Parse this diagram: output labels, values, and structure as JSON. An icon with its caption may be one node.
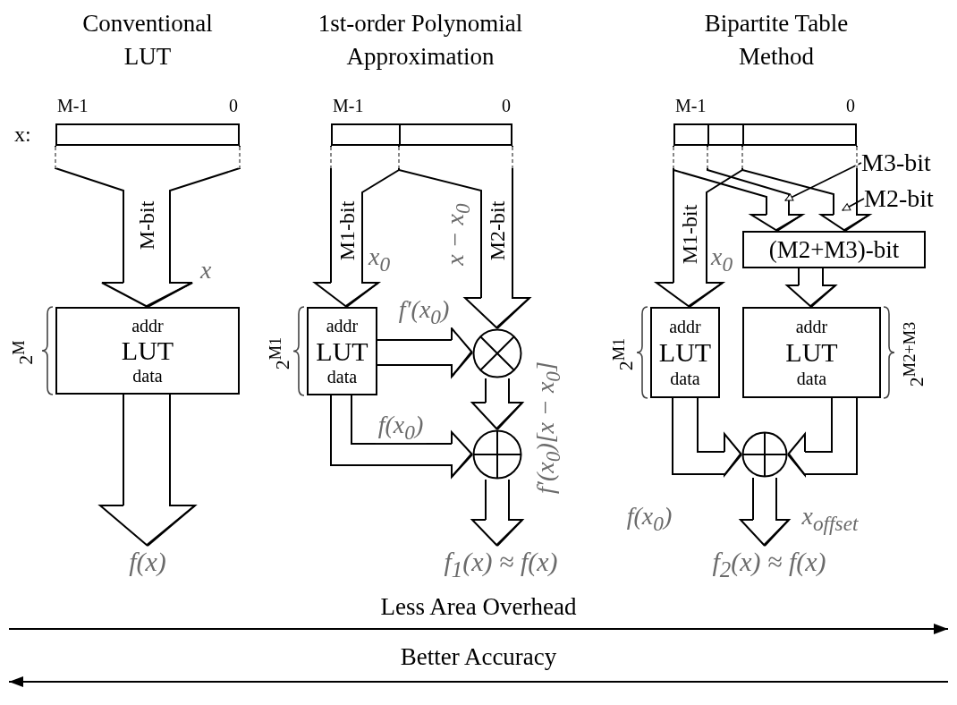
{
  "diagram": {
    "nodes": [
      {
        "text": [],
        "shape": "box",
        "beside": [
          "M-1",
          "0"
        ]
      },
      {
        "text": [
          "addr",
          "LUT",
          "data"
        ],
        "beside": [
          "2$^{M}$"
        ]
      },
      {
        "text": [
          "f(x)"
        ]
      },
      {
        "text": [],
        "shape": "box",
        "beside": [
          "M-1",
          "0"
        ]
      },
      {
        "text": [
          "addr",
          "LUT",
          "data"
        ],
        "beside": [
          "2$^{M1}$"
        ]
      },
      {
        "text": [],
        "shape": "circle"
      },
      {
        "text": [],
        "shape": "circle"
      },
      {
        "text": [
          "f$_{1}$(x) ≈ f(x)"
        ]
      },
      {
        "text": [],
        "shape": "box",
        "beside": [
          "M-1",
          "0"
        ]
      },
      {
        "text": [
          "(M2+M3)-bit"
        ]
      },
      {
        "text": [
          "addr",
          "LUT",
          "data"
        ],
        "beside": [
          "2$^{M1}$"
        ]
      },
      {
        "text": [
          "addr",
          "LUT",
          "data"
        ],
        "beside": [
          "2$^{M2+M3}$"
        ]
      },
      {
        "text": [],
        "shape": "circle"
      },
      {
        "text": [
          "f$_{2}$(x) ≈ f(x)"
        ]
      },
      {
        "text": [
          "M3-bit"
        ]
      },
      {
        "text": [
          "M2-bit"
        ]
      }
    ],
    "edges": [
      {
        "from": 0,
        "to": 1,
        "arrow": "to",
        "label": "M-bit"
      },
      {
        "from": 1,
        "to": 2,
        "arrow": "to"
      },
      {
        "from": 3,
        "to": 4,
        "arrow": "to",
        "label": "M1-bit"
      },
      {
        "from": 3,
        "to": 5,
        "arrow": "to",
        "label": "M2-bit"
      },
      {
        "from": 4,
        "to": 5,
        "arrow": "to",
        "label": "f′(x$_{0}$)"
      },
      {
        "from": 5,
        "to": 6,
        "arrow": "to"
      },
      {
        "from": 4,
        "to": 6,
        "arrow": "to",
        "label": "f(x$_{0}$)"
      },
      {
        "from": 6,
        "to": 7,
        "arrow": "to"
      },
      {
        "from": 8,
        "to": 10,
        "arrow": "to",
        "label": "M1-bit"
      },
      {
        "from": 8,
        "to": 9,
        "arrow": "to"
      },
      {
        "from": 8,
        "to": 9,
        "arrow": "to"
      },
      {
        "from": 9,
        "to": 11,
        "arrow": "to"
      },
      {
        "from": 10,
        "to": 12,
        "arrow": "to",
        "label": "f(x$_{0}$)"
      },
      {
        "from": 11,
        "to": 12,
        "arrow": "to",
        "label": "x$_{offset}$"
      },
      {
        "from": 12,
        "to": 13,
        "arrow": "to"
      },
      {
        "from": 14,
        "to": null,
        "arrow": "to"
      },
      {
        "from": 15,
        "to": null,
        "arrow": "to"
      }
    ],
    "labels": [
      "Conventional LUT",
      "1st-order Polynomial Approximation",
      "Bipartite Table Method",
      "x:",
      "x",
      "x$_{0}$",
      "x − x$_{0}$",
      "f′(x$_{0}$)[x − x$_{0}$]",
      "x$_{0}$",
      "Less Area Overhead",
      "Better Accuracy"
    ]
  }
}
